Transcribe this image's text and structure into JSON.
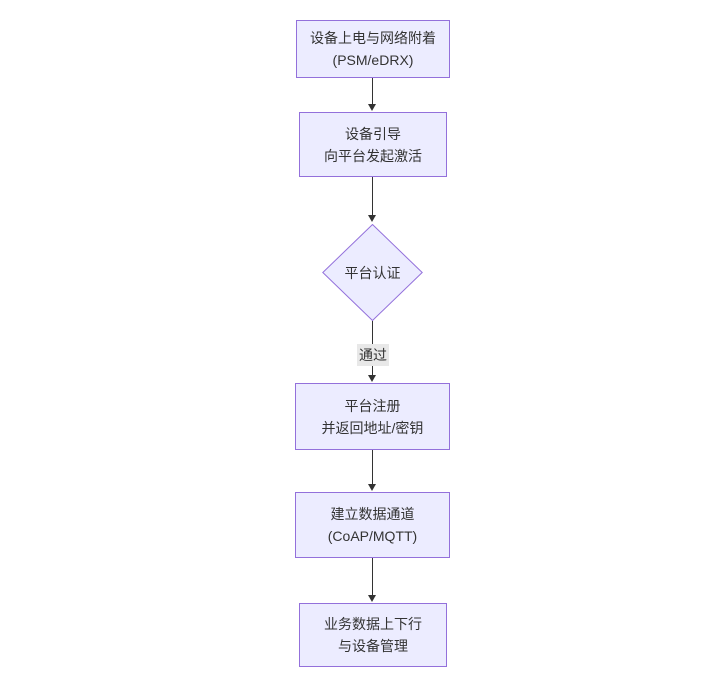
{
  "diagram": {
    "type": "flowchart-top-down",
    "nodes": [
      {
        "id": "device-power-attach",
        "shape": "rectangle",
        "lines": [
          "设备上电与网络附着",
          "(PSM/eDRX)"
        ]
      },
      {
        "id": "device-bootstrap",
        "shape": "rectangle",
        "lines": [
          "设备引导",
          "向平台发起激活"
        ]
      },
      {
        "id": "platform-auth",
        "shape": "diamond",
        "lines": [
          "平台认证"
        ]
      },
      {
        "id": "platform-register",
        "shape": "rectangle",
        "lines": [
          "平台注册",
          "并返回地址/密钥"
        ]
      },
      {
        "id": "data-channel",
        "shape": "rectangle",
        "lines": [
          "建立数据通道",
          "(CoAP/MQTT)"
        ]
      },
      {
        "id": "business-data",
        "shape": "rectangle",
        "lines": [
          "业务数据上下行",
          "与设备管理"
        ]
      }
    ],
    "edges": [
      {
        "from": "device-power-attach",
        "to": "device-bootstrap",
        "label": ""
      },
      {
        "from": "device-bootstrap",
        "to": "platform-auth",
        "label": ""
      },
      {
        "from": "platform-auth",
        "to": "platform-register",
        "label": "通过"
      },
      {
        "from": "platform-register",
        "to": "data-channel",
        "label": ""
      },
      {
        "from": "data-channel",
        "to": "business-data",
        "label": ""
      }
    ]
  },
  "theme": {
    "canvas_bg": "#ffffff",
    "node_fill": "#ECECFF",
    "node_border": "#9370DB",
    "text_color": "#333333",
    "edge_color": "#333333",
    "edge_label_bg": "#e8e8e8"
  }
}
